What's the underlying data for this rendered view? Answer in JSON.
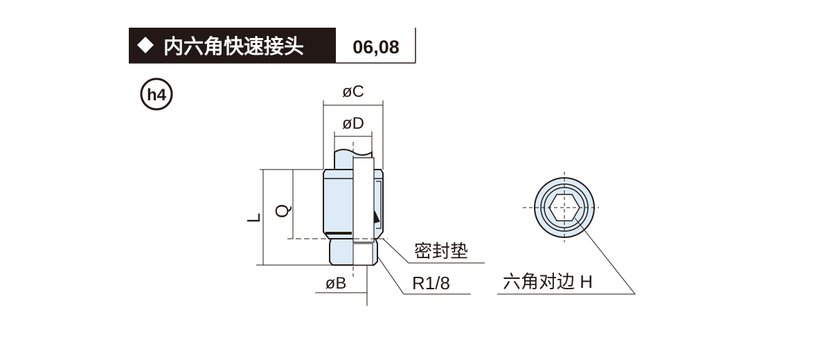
{
  "header": {
    "title_icon": "diamond-icon",
    "title": "内六角快速接头",
    "sizes": "06,08"
  },
  "badge": "h4",
  "colors": {
    "fill": "#dcebf7",
    "ink": "#231815"
  },
  "labels": {
    "oc": "øC",
    "od": "øD",
    "ob": "øB",
    "l": "L",
    "q": "Q",
    "seal": "密封垫",
    "thread": "R1/8",
    "hex": "六角对边 H"
  }
}
